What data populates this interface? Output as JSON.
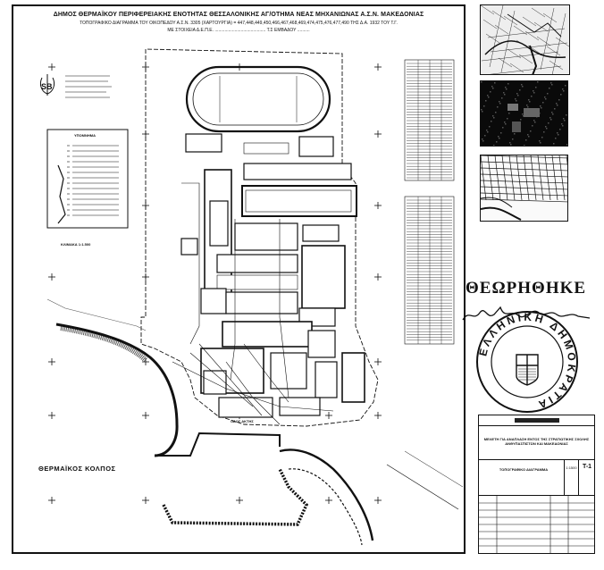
{
  "drawing": {
    "title_line1": "ΔΗΜΟΣ ΘΕΡΜΑΪΚΟΥ ΠΕΡΙΦΕΡΕΙΑΚΗΣ ΕΝΟΤΗΤΑΣ ΘΕΣΣΑΛΟΝΙΚΗΣ ΑΓ/ΟΤΗΜΑ ΝΕΑΣ ΜΗΧΑΝΙΩΝΑΣ Α.Σ.Ν. ΜΑΚΕΔΟΝΙΑΣ",
    "title_line2": "ΤΟΠΟΓΡΑΦΙΚΟ ΔΙΑΓΡΑΜΜΑ ΤΟΥ ΟΙΚΟΠΕΔΟΥ Α.Σ.Ν. 3305 (ΧΑΡΤΟΥΡΓΙΑ) = 447,448,449,450,466,467,468,469,474,475,476,477,490 ΤΗΣ Δ.Α. 1932 ΤΟΥ Τ.Γ.",
    "title_line3": "ΜΕ ΣΤΟΙΧΕΙΑ Δ.Ε.Π.Ε. ......................................... Τ.Σ ΕΜΒΑΔΟΥ ..........",
    "sea_label": "ΘΕΡΜΑΪΚΟΣ ΚΟΛΠΟΣ",
    "scale_note": "ΚΛΙΜΑΚΑ 1:1.500",
    "legend_title": "ΥΠΟΜΝΗΜΑ",
    "road_label": "ΟΔΟΣ ΑΚΤΗΣ"
  },
  "stamp": {
    "review_text": "ΘΕΩΡΗΘΗΚΕ",
    "authority_ring": "ΕΛΛΗΝΙΚΗ ΔΗΜΟΚΡΑΤΙΑ"
  },
  "title_block": {
    "project": "ΜΕΛΕΤΗ ΓΙΑ ΑΝΑΠΛΑΣΗ ΕΝΤΟΣ ΤΗΣ ΣΤΡΑΤΙΩΤΙΚΗΣ ΣΧΟΛΗΣ ΑΝΘΥΠΑΣΠΙΣΤΩΝ ΚΑΙ ΜΑΚΕΔΟΝΙΑΣ",
    "drawing_name": "ΤΟΠΟΓΡΑΦΙΚΟ ΔΙΑΓΡΑΜΜΑ",
    "sheet_no": "Τ-1",
    "scale": "1:1500"
  }
}
